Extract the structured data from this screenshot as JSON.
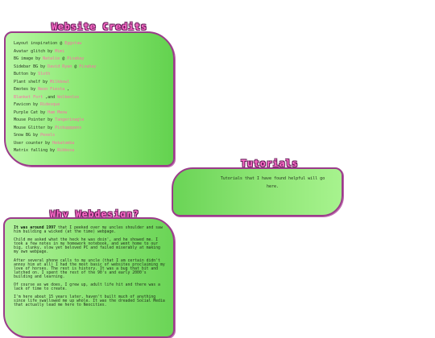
{
  "credits": {
    "title": "Website Credits",
    "lines": [
      {
        "text": "Layout inspiration @ ",
        "links": [
          "Eggstaw"
        ],
        "sep": []
      },
      {
        "text": "Avatar glitch by ",
        "links": [
          "Mimi"
        ],
        "sep": []
      },
      {
        "text": "BG image by ",
        "links": [
          "Natalie",
          "Pixabay"
        ],
        "sep": [
          " @ "
        ]
      },
      {
        "text": "Sidebar BG by ",
        "links": [
          "David Ryan",
          "Pixabay"
        ],
        "sep": [
          " @ "
        ]
      },
      {
        "text": "Button by ",
        "links": [
          "Sloth"
        ],
        "sep": []
      },
      {
        "text": "Plant shelf by ",
        "links": [
          "Milkbowl"
        ],
        "sep": []
      },
      {
        "text": "Emotes by ",
        "links": [
          "Neon Fiesta"
        ],
        "sep": [],
        "suffix": ","
      },
      {
        "text": " ",
        "links": [
          "Blanket Fort",
          "Wolkenlos"
        ],
        "sep": [
          " ,and "
        ]
      },
      {
        "text": "Favicon by ",
        "links": [
          "Ridesque"
        ],
        "sep": []
      },
      {
        "text": "Purple Cat by ",
        "links": [
          "Ham Meow"
        ],
        "sep": []
      },
      {
        "text": "Mouse Pointer by ",
        "links": [
          "Tangerinagle"
        ],
        "sep": []
      },
      {
        "text": "Mouse Glitter by ",
        "links": [
          "Pickupppens"
        ],
        "sep": []
      },
      {
        "text": "Snow BG by ",
        "links": [
          "Pexels"
        ],
        "sep": []
      },
      {
        "text": "User counter by ",
        "links": [
          "Hekatomba"
        ],
        "sep": []
      },
      {
        "text": "Matrix falling by ",
        "links": [
          "Ribbosa"
        ],
        "sep": []
      }
    ]
  },
  "tutorials": {
    "title": "Tutorials",
    "text": "Tutorials that I have found helpful will go here."
  },
  "why": {
    "title": "Why Webdesign?",
    "lead_bold": "It was around 1997",
    "paragraphs": [
      " that I peeked over my uncles shoulder and saw him building a wicked (at the time) webpage.",
      "Child me asked what the heck he was doin', and he showed me. I took a few notes in my homework notebook, and went home to our big, clunky, slow yet beloved PC and failed miserably at making my own webpage.",
      "After several phone calls to my uncle (that I am certain didn't annoy him at all) I had the most basic of websites proclaiming my love of horses. The rest is history. It was a bug that bit and latched on. I spent the rest of the 90's and early 2000's building and learning.",
      "Of course as we does, I grew up, adult life hit and there was a lack of time to create.",
      "I'm here about 15 years later, haven't built much of anything since life swallowed me up whole. It was the dreaded Social Media that actually lead me here to Neocities."
    ]
  }
}
